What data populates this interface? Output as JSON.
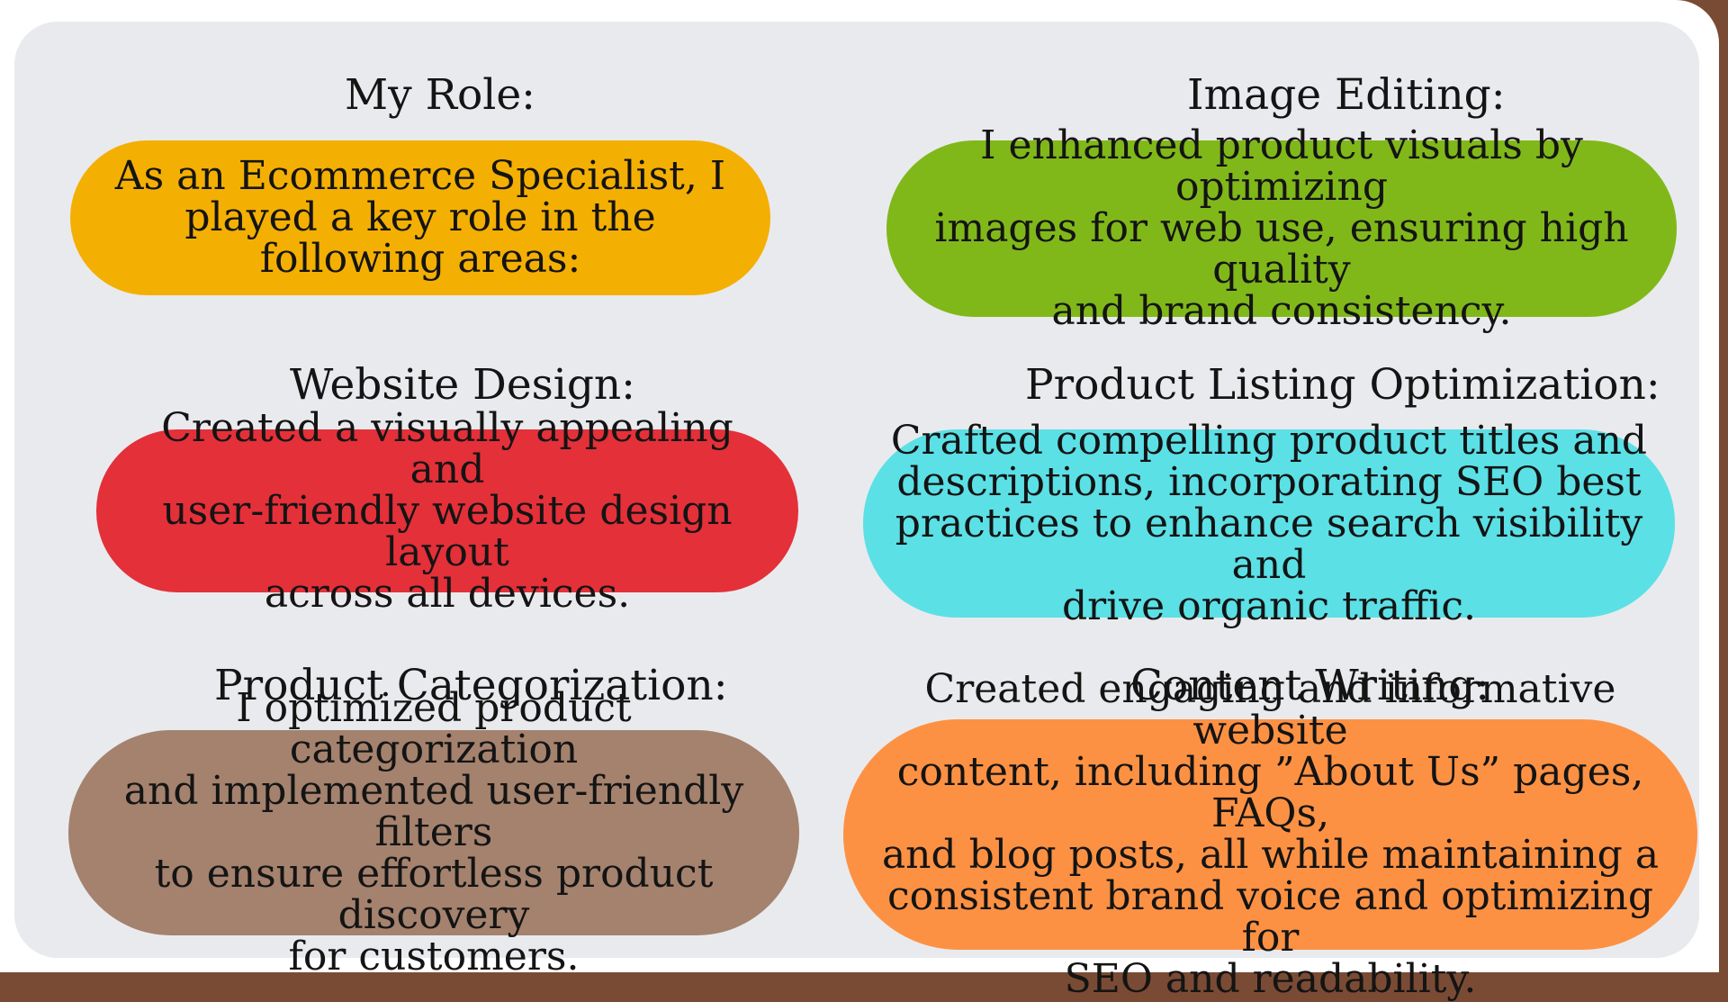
{
  "colors": {
    "background": "#e9eaed",
    "role": "#f4af03",
    "image_editing": "#80b81a",
    "website_design": "#e43039",
    "listing": "#5be0e6",
    "categorization": "#a4826e",
    "content": "#fd9143"
  },
  "cards": {
    "role": {
      "heading": "My Role:",
      "lines": [
        "As an Ecommerce Specialist, I",
        "played a key role in the",
        "following areas:"
      ]
    },
    "image_editing": {
      "heading": "Image Editing:",
      "lines": [
        "I enhanced product visuals by optimizing",
        "images for web use, ensuring high quality",
        "and brand consistency."
      ]
    },
    "website_design": {
      "heading": "Website Design:",
      "lines": [
        "Created a visually appealing and",
        "user-friendly website design layout",
        "across all devices."
      ]
    },
    "listing": {
      "heading": "Product Listing Optimization:",
      "lines": [
        "Crafted compelling product titles and",
        "descriptions, incorporating SEO best",
        "practices to enhance search visibility and",
        "drive organic traffic."
      ]
    },
    "categorization": {
      "heading": "Product Categorization:",
      "lines": [
        "I optimized product categorization",
        "and implemented user-friendly filters",
        "to ensure effortless product discovery",
        "for customers."
      ]
    },
    "content": {
      "heading": "Content Writing:",
      "lines": [
        "Created engaging and informative website",
        "content, including ”About Us” pages, FAQs,",
        "and blog posts, all while maintaining a",
        "consistent brand voice and optimizing for",
        "SEO and readability."
      ]
    }
  }
}
